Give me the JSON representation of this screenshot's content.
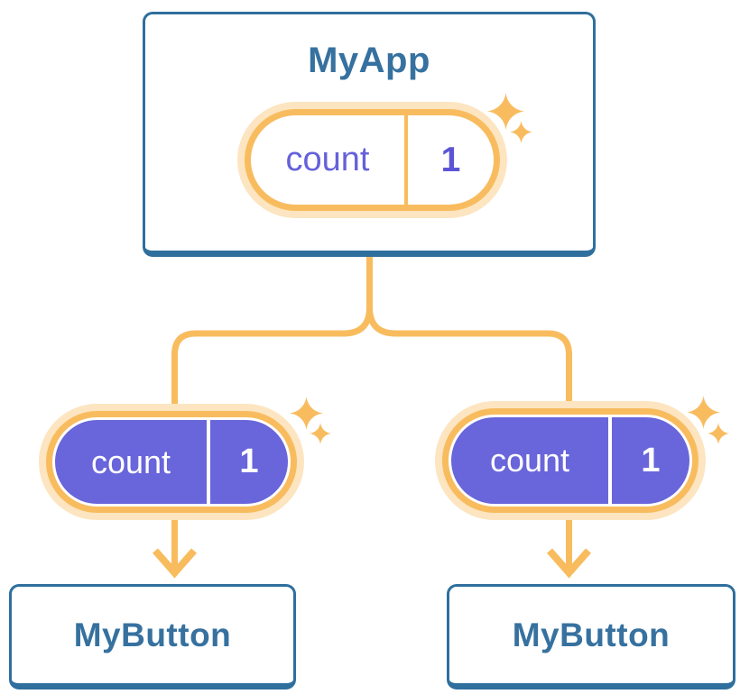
{
  "colors": {
    "card_border_blue": "#2F6F9D",
    "label_blue": "#36719F",
    "connector_orange": "#F8BC5F",
    "pill_halo_orange": "#FCE5C0",
    "pill_fill_purple": "#6965DB",
    "state_text_purple": "#6561DA",
    "state_value_purple": "#5B55D6",
    "card_background": "#FFFFFF"
  },
  "root_component": {
    "title": "MyApp",
    "state_pill": {
      "name": "count",
      "value": "1"
    },
    "icon": "sparkle-stars-icon"
  },
  "child_components": [
    {
      "title": "MyButton",
      "state_pill": {
        "name": "count",
        "value": "1"
      },
      "icon": "sparkle-stars-icon"
    },
    {
      "title": "MyButton",
      "state_pill": {
        "name": "count",
        "value": "1"
      },
      "icon": "sparkle-stars-icon"
    }
  ]
}
